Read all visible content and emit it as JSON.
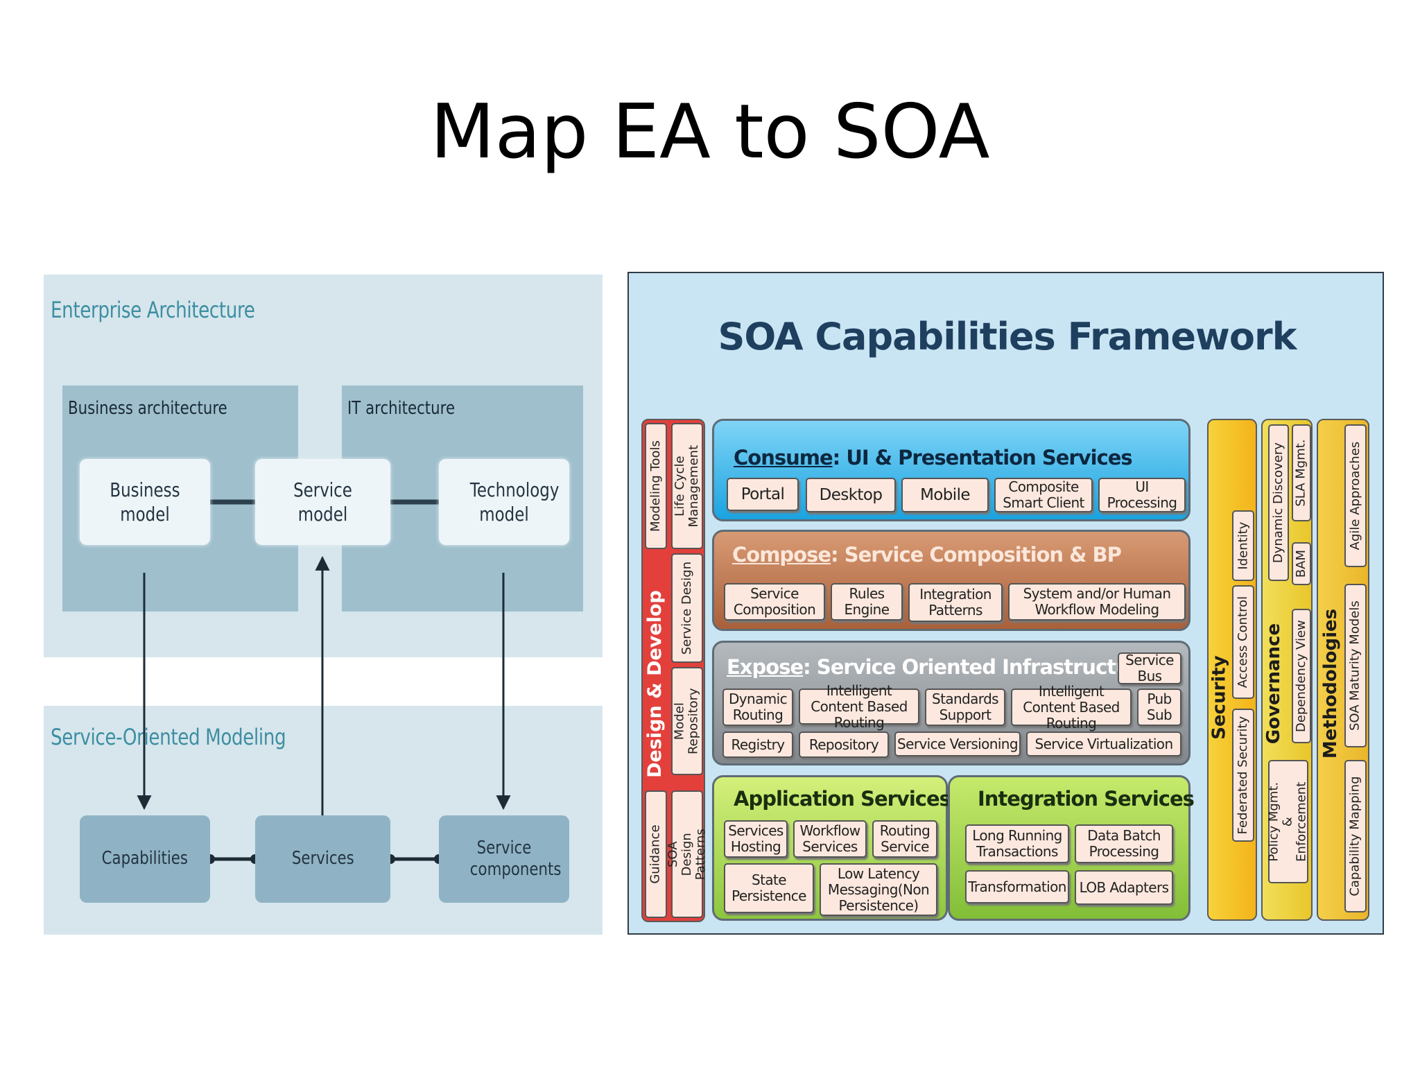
{
  "slide": {
    "title": "Map EA to SOA"
  },
  "ea": {
    "enterprise_title": "Enterprise Architecture",
    "business_arch_title": "Business architecture",
    "it_arch_title": "IT architecture",
    "business_model": "Business model",
    "service_model": "Service model",
    "technology_model": "Technology model",
    "som_title": "Service-Oriented Modeling",
    "capabilities": "Capabilities",
    "services": "Services",
    "service_components": "Service components"
  },
  "soa": {
    "title": "SOA Capabilities  Framework",
    "consume": {
      "keyword": "Consume",
      "rest": ": UI & Presentation Services",
      "items": [
        "Portal",
        "Desktop",
        "Mobile",
        "Composite Smart Client",
        "UI Processing"
      ]
    },
    "compose": {
      "keyword": "Compose",
      "rest": ": Service Composition & BP",
      "items": [
        "Service Composition",
        "Rules Engine",
        "Integration Patterns",
        "System and/or Human Workflow Modeling"
      ]
    },
    "expose": {
      "keyword": "Expose",
      "rest": ": Service Oriented Infrastructure",
      "service_bus": "Service Bus",
      "row1": [
        "Dynamic Routing",
        "Intelligent Content Based Routing",
        "Standards Support",
        "Intelligent Content Based Routing",
        "Pub Sub"
      ],
      "row2": [
        "Registry",
        "Repository",
        "Service Versioning",
        "Service Virtualization"
      ]
    },
    "application": {
      "title": "Application Services",
      "items": [
        "Services Hosting",
        "Workflow Services",
        "Routing Service",
        "State Persistence",
        "Low Latency Messaging(Non Persistence)"
      ]
    },
    "integration": {
      "title": "Integration Services",
      "items": [
        "Long Running Transactions",
        "Data Batch Processing",
        "Transformation",
        "LOB Adapters"
      ]
    },
    "design": {
      "title": "Design & Develop",
      "items": [
        "Modeling Tools",
        "Life Cycle Management",
        "Service Design",
        "Model Repository",
        "Guidance",
        "SOA Design Patterns"
      ]
    },
    "security": {
      "title": "Security",
      "items": [
        "Identity",
        "Access Control",
        "Federated Security"
      ]
    },
    "governance": {
      "title": "Governance",
      "items": [
        "Dynamic Discovery",
        "SLA Mgmt.",
        "BAM",
        "Dependency View",
        "Policy Mgmt. & Enforcement"
      ]
    },
    "methodologies": {
      "title": "Methodologies",
      "items": [
        "Agile Approaches",
        "SOA Maturity Models",
        "Capability Mapping"
      ]
    }
  },
  "colors": {
    "consume": "#2eaee6",
    "compose": "#b56a3d",
    "expose": "#8d949a",
    "app": "#a6d64b",
    "integ": "#8ac23c",
    "design": "#e23b3b",
    "security": "#f4c31a",
    "governance": "#eed23a",
    "methodologies": "#f0c23a"
  }
}
